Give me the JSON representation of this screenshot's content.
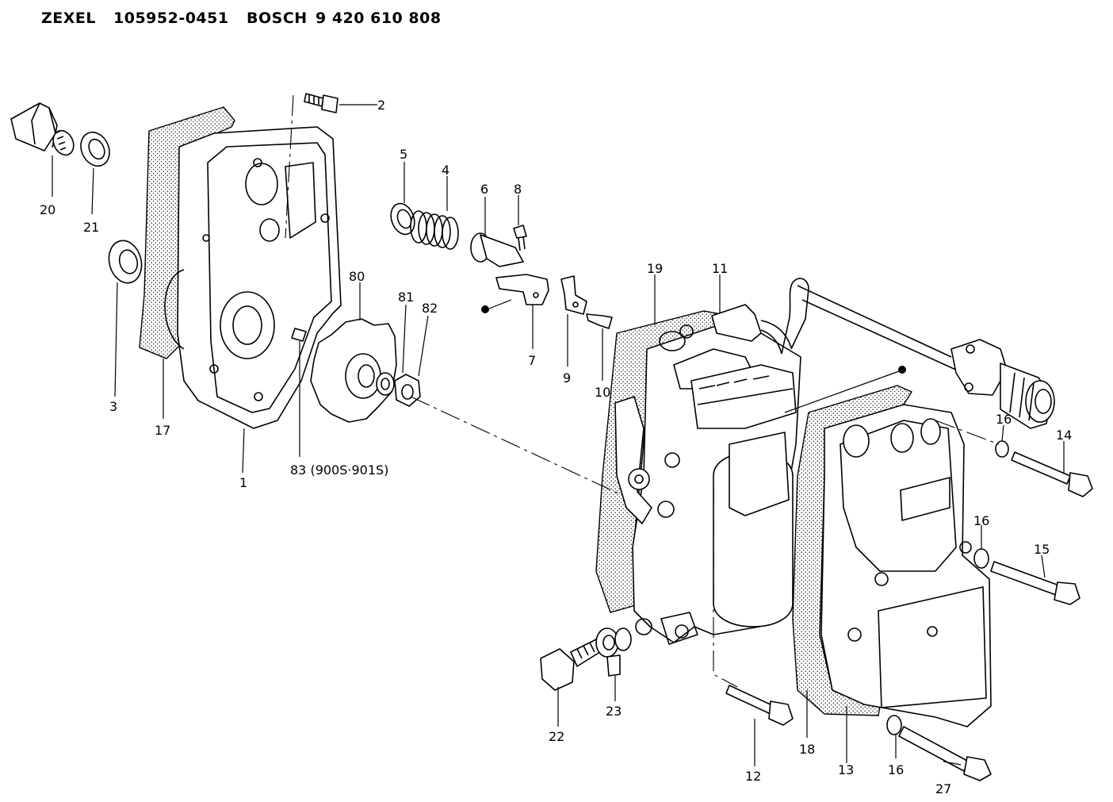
{
  "header": {
    "maker1": "ZEXEL",
    "part_no": "105952-0451",
    "maker2": "BOSCH",
    "bosch_no": "9 420 610 808"
  },
  "callouts": {
    "c2": "2",
    "c3": "3",
    "c4": "4",
    "c5": "5",
    "c6": "6",
    "c7": "7",
    "c8": "8",
    "c9": "9",
    "c10": "10",
    "c11": "11",
    "c12": "12",
    "c13": "13",
    "c14": "14",
    "c15": "15",
    "c16a": "16",
    "c16b": "16",
    "c16c": "16",
    "c17": "17",
    "c18": "18",
    "c19": "19",
    "c20": "20",
    "c21": "21",
    "c22": "22",
    "c23": "23",
    "c27": "27",
    "c80": "80",
    "c81": "81",
    "c82": "82",
    "c83": "83 (900S·901S)",
    "c1": "1"
  }
}
